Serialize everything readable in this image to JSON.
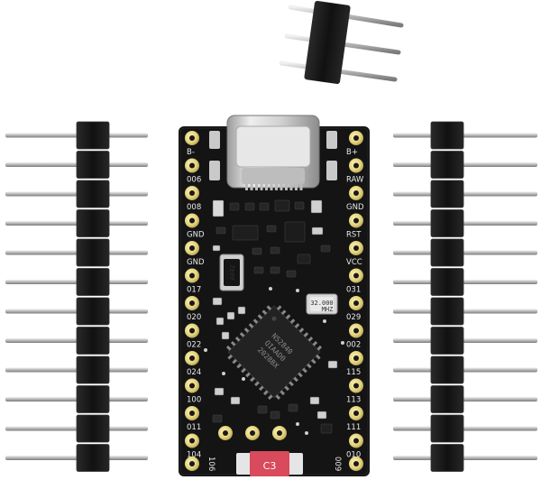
{
  "board": {
    "left_labels": [
      "B-",
      "006",
      "008",
      "GND",
      "GND",
      "017",
      "020",
      "022",
      "024",
      "100",
      "011",
      "104",
      "106"
    ],
    "right_labels": [
      "B+",
      "RAW",
      "GND",
      "RST",
      "VCC",
      "031",
      "029",
      "002",
      "115",
      "113",
      "111",
      "010",
      "009"
    ],
    "chip_lines": [
      "N52840",
      "QIAAD0",
      "2028BX"
    ],
    "crystal_text": "32.000",
    "crystal_sub": "MHZ",
    "small_comp_text": "A042",
    "bottom_chip_text": "C3"
  },
  "colors": {
    "pcb": "#141414",
    "pad_gold": "#e3d27a",
    "header_plastic": "#1b1b1b",
    "pin_metal": "#b9b9b9",
    "usb_metal": "#d8d8d8"
  }
}
